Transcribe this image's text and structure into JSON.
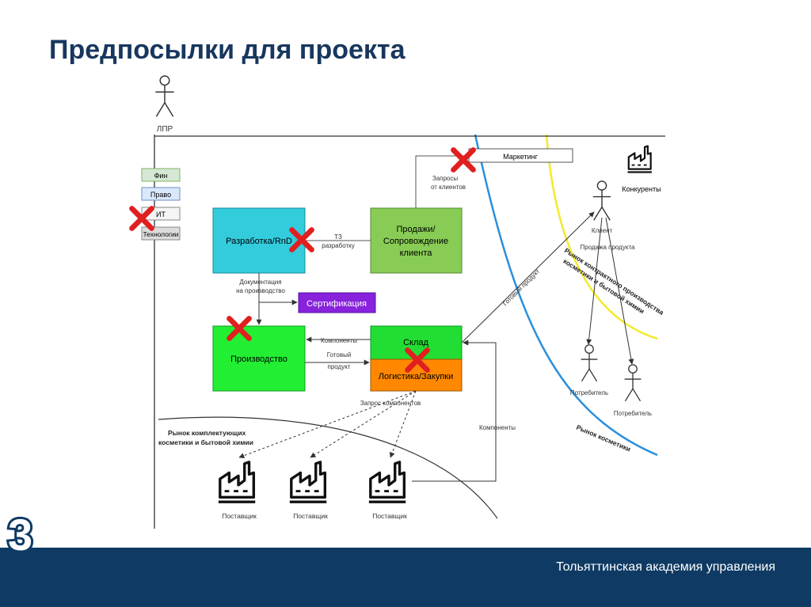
{
  "slide": {
    "title": "Предпосылки для проекта",
    "page_number": "3",
    "footer": "Тольяттинская академия управления"
  },
  "actors": {
    "lpr": "ЛПР",
    "client": "Клиент",
    "consumer1": "Потребитель",
    "consumer2": "Потребитель"
  },
  "departments": [
    "Фин",
    "Право",
    "ИТ",
    "Технологии"
  ],
  "boxes": {
    "marketing": "Маркетинг",
    "rnd": "Разработка/RnD",
    "sales": [
      "Продажи/",
      "Сопровождение",
      "клиента"
    ],
    "certification": "Сертификация",
    "production": "Производство",
    "warehouse": "Склад",
    "logistics": "Логистика/Закупки"
  },
  "edge_labels": {
    "client_requests": [
      "Запросы",
      "от клиентов"
    ],
    "tz": [
      "ТЗ",
      "разработку"
    ],
    "docs": [
      "Документация",
      "на производство"
    ],
    "components": "Компоненты",
    "finished_product": [
      "Готовый",
      "продукт"
    ],
    "component_request": "Запрос компонентов",
    "components_right": "Компоненты",
    "ready_product_diag": "Готовый продукт",
    "product_sale": "Продажа продукта"
  },
  "factories": {
    "competitors": "Конкуренты",
    "supplier1": "Поставщик",
    "supplier2": "Поставщик",
    "supplier3": "Поставщик"
  },
  "markets": {
    "components_market": [
      "Рынок комплектующих",
      "косметики и бытовой химии"
    ],
    "contract_market": [
      "Рынок контрактного производства",
      "косметики и бытовой химии"
    ],
    "cosmetics_market": "Рынок косметики"
  },
  "colors": {
    "rnd": "#33ccdd",
    "sales": "#88cc55",
    "certification": "#8822dd",
    "production": "#22ee33",
    "warehouse": "#22dd33",
    "logistics": "#ff8800",
    "cross": "#e02020",
    "blue_curve": "#2a8fdc",
    "yellow_curve": "#f2ea2a",
    "footer": "#0f3a63"
  },
  "icons": [
    "stick-figure-icon",
    "factory-icon",
    "red-cross-icon"
  ]
}
